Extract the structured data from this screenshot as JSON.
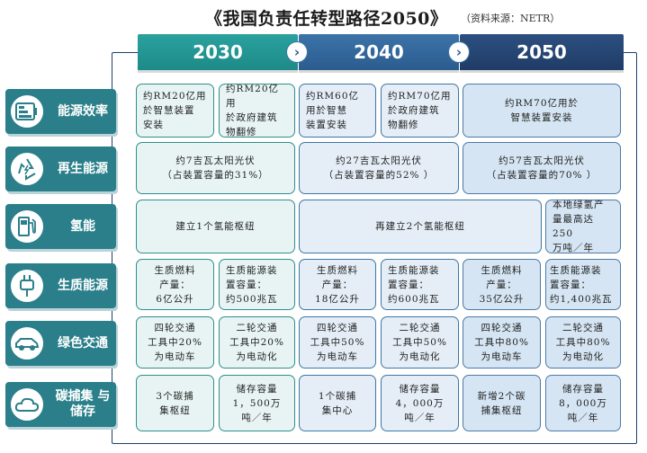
{
  "header": {
    "title": "《我国负责任转型路径2050》",
    "source": "（资料来源：NETR）"
  },
  "years": [
    "2030",
    "2040",
    "2050"
  ],
  "rows": [
    {
      "label": "能源效率",
      "icon": "battery-icon",
      "cells": [
        "约RM20亿用\n於智慧装置\n安装",
        "约RM20亿用\n於政府建筑\n物翻修",
        "约RM60亿\n用於智慧\n装置安装",
        "约RM70亿用\n於政府建筑\n物翻修",
        "约RM70亿用於\n智慧装置安装"
      ]
    },
    {
      "label": "再生能源",
      "icon": "recycle-icon",
      "cells": [
        "约7吉瓦太阳光伏\n（占装置容量的31%）",
        "约27吉瓦太阳光伏\n（占装置容量的52% ）",
        "约57吉瓦太阳光伏\n（占装置容量的70% ）"
      ]
    },
    {
      "label": "氢能",
      "icon": "fuel-pump-icon",
      "cells": [
        "建立1个氢能枢纽",
        "再建立2个氢能枢纽",
        "本地绿氢产\n量最高达250\n万吨／年"
      ]
    },
    {
      "label": "生质能源",
      "icon": "power-plug-icon",
      "cells": [
        "生质燃料\n产量：\n6亿公升",
        "生质能源装\n置容量：\n约500兆瓦",
        "生质燃料\n产量：\n18亿公升",
        "生质能源装\n置容量：\n约600兆瓦",
        "生质燃料\n产量：\n35亿公升",
        "生质能源装\n置容量：\n约1,400兆瓦"
      ]
    },
    {
      "label": "绿色交通",
      "icon": "car-icon",
      "cells": [
        "四轮交通\n工具中20%\n为电动车",
        "二轮交通\n工具中20%\n为电动化",
        "四轮交通\n工具中50%\n为电动车",
        "二轮交通\n工具中50%\n为电动化",
        "四轮交通\n工具中80%\n为电动车",
        "二轮交通\n工具中80%\n为电动化"
      ]
    },
    {
      "label": "碳捕集\n与储存",
      "icon": "cloud-icon",
      "cells": [
        "3个碳捕\n集枢纽",
        "储存容量\n1，500万\n吨／年",
        "1个碳捕\n集中心",
        "储存容量\n4，000万\n吨／年",
        "新增2个碳\n捕集枢纽",
        "储存容量\n8，000万\n吨／年"
      ]
    }
  ]
}
